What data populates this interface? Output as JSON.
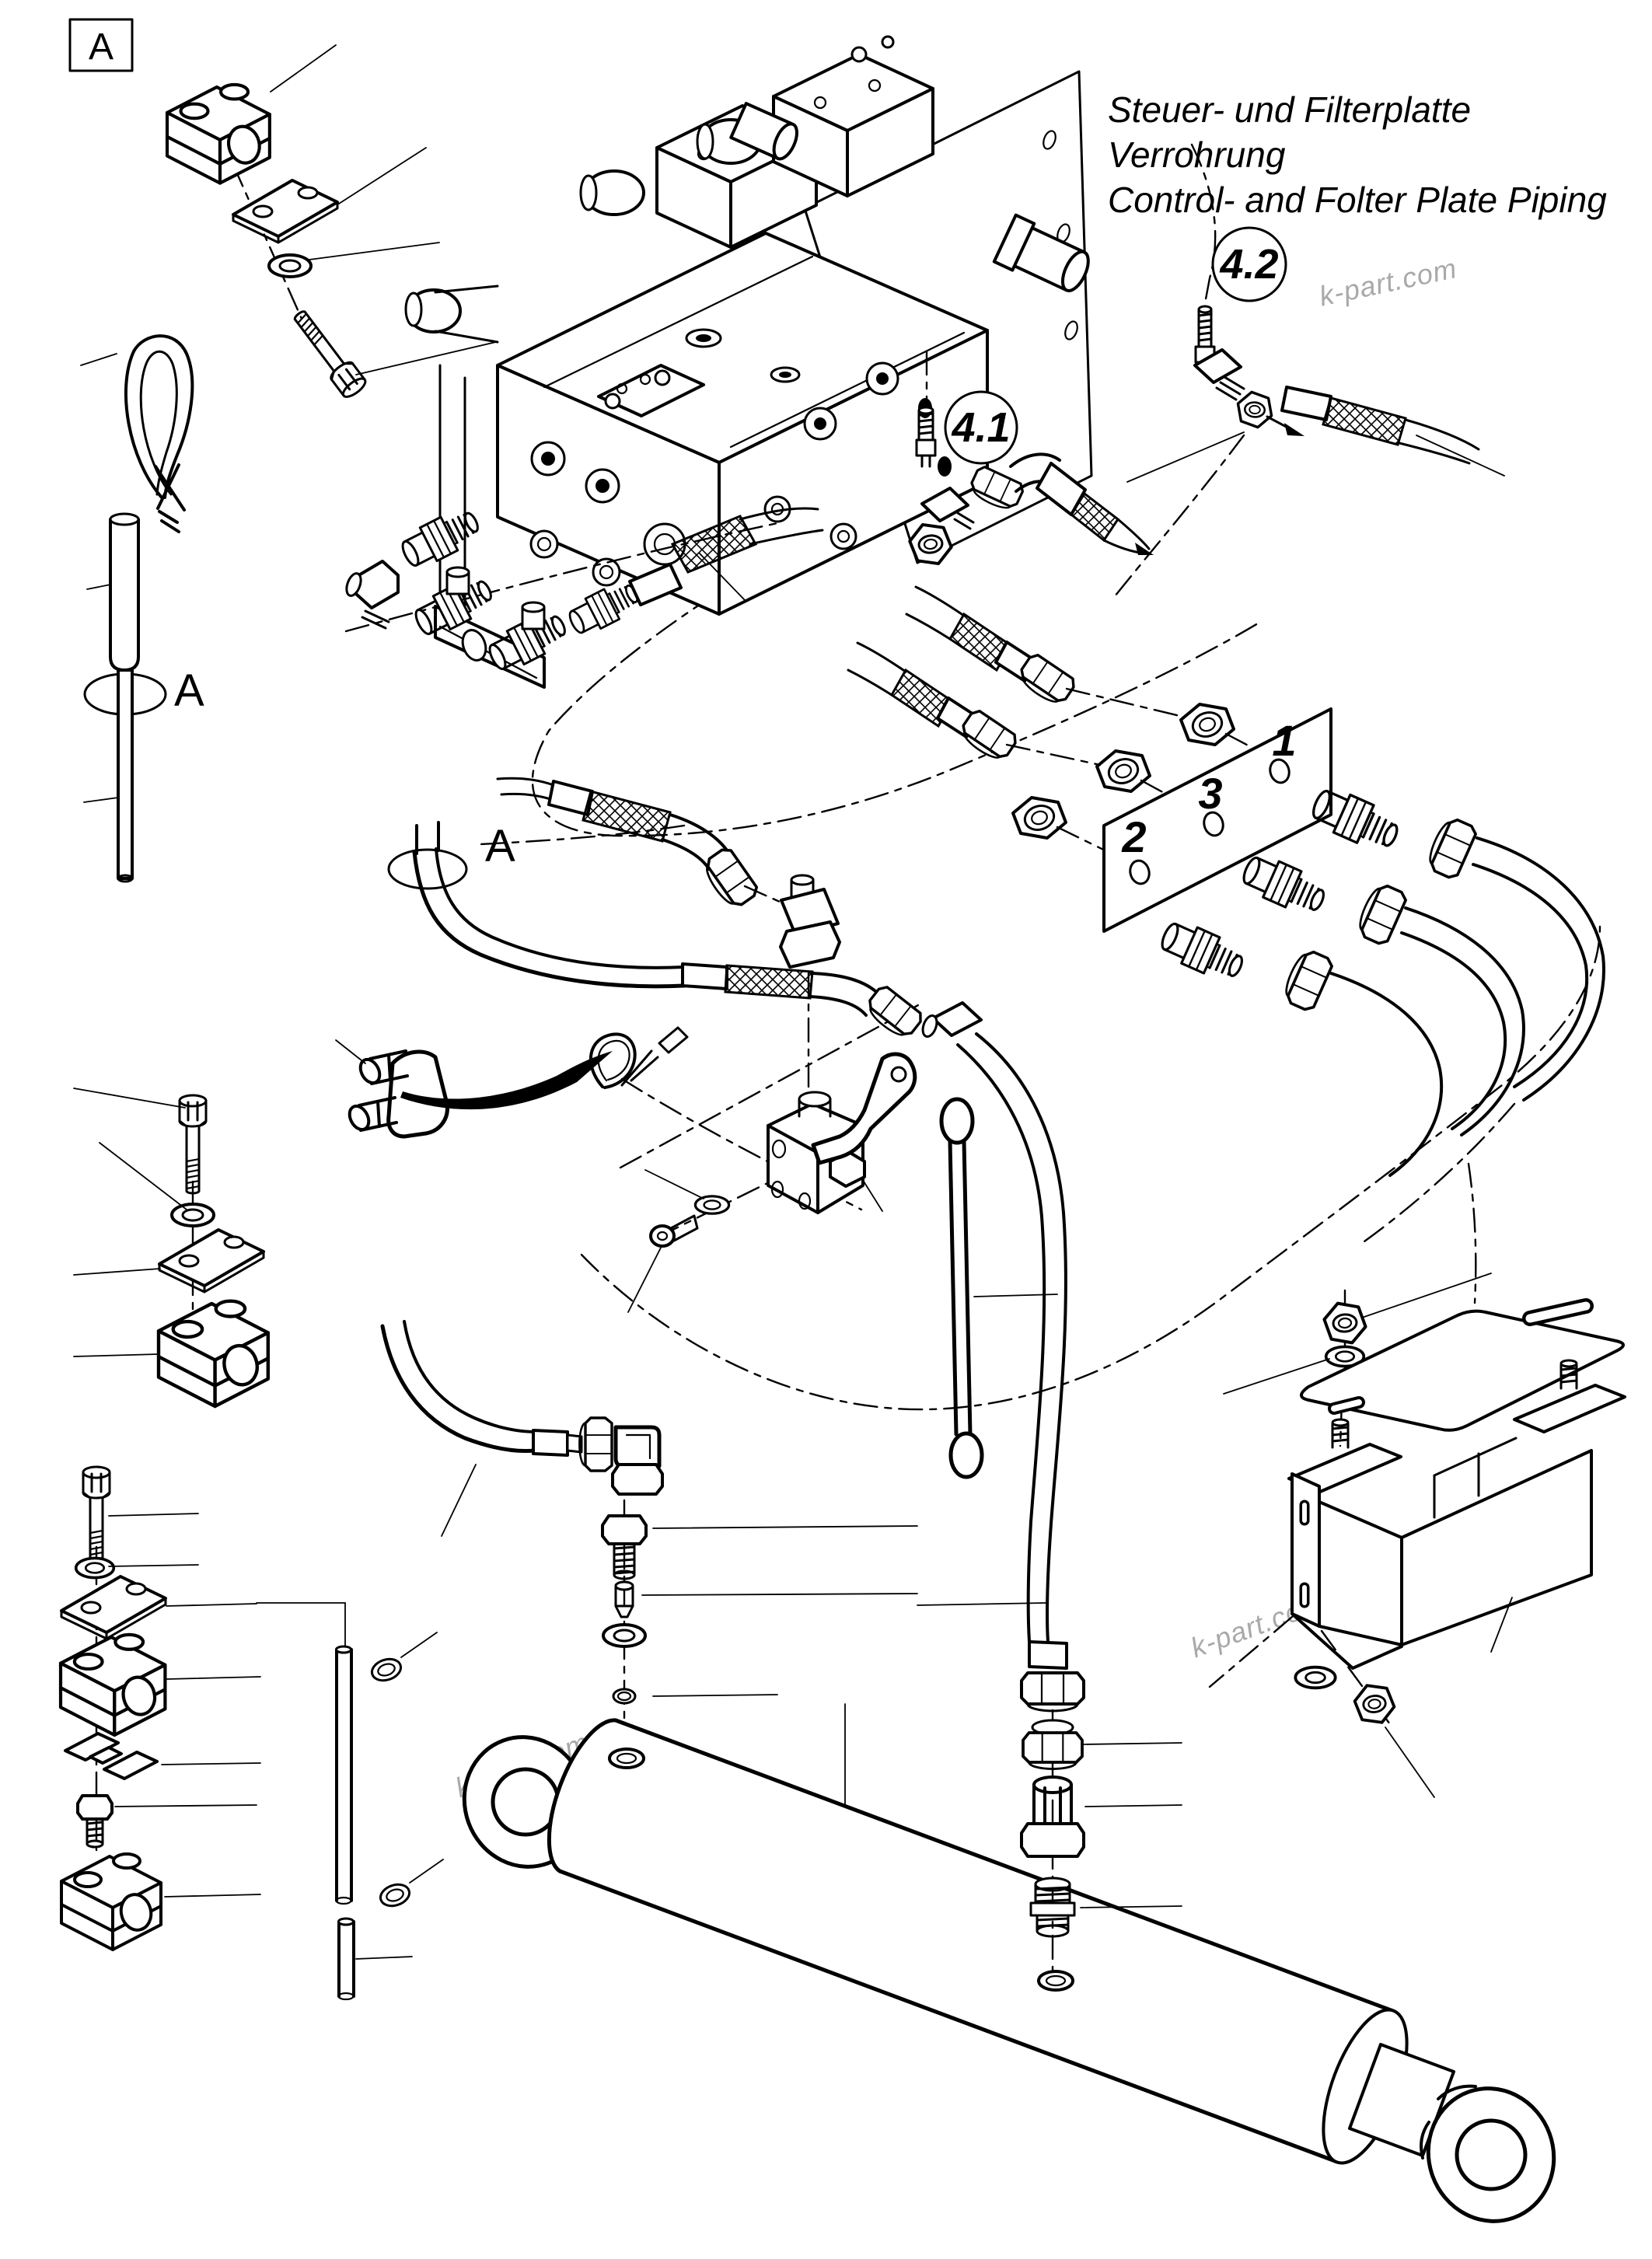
{
  "colors": {
    "background": "#ffffff",
    "line": "#000000",
    "watermark": "#a9a9a9"
  },
  "labels": {
    "detail_box": "A",
    "section_marker_cable": "A",
    "section_marker_hose": "A"
  },
  "title": {
    "line1": "Steuer- und Filterplatte",
    "line2": "Verrohrung",
    "line3": "Control- and Folter Plate Piping"
  },
  "callouts": {
    "c42": "4.2",
    "c41": "4.1"
  },
  "plate_numbers": {
    "n1": "1",
    "n2": "2",
    "n3": "3"
  },
  "watermark": "k-part.com"
}
